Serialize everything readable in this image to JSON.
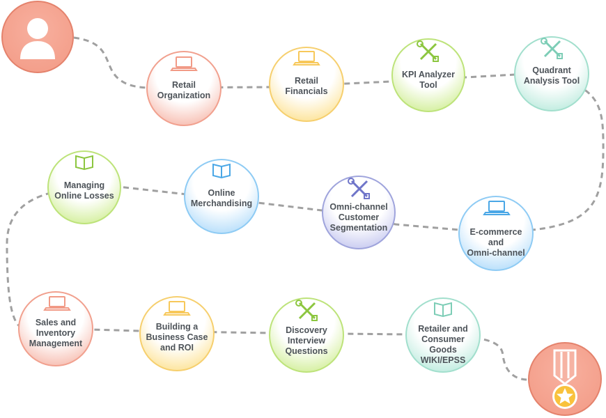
{
  "nodes": [
    {
      "label": [
        "Retail",
        "Organization"
      ],
      "icon": "laptop-icon",
      "color": "red"
    },
    {
      "label": [
        "Retail",
        "Financials"
      ],
      "icon": "laptop-icon",
      "color": "yellow"
    },
    {
      "label": [
        "KPI Analyzer",
        "Tool"
      ],
      "icon": "tools-icon",
      "color": "green"
    },
    {
      "label": [
        "Quadrant",
        "Analysis Tool"
      ],
      "icon": "tools-icon",
      "color": "teal"
    },
    {
      "label": [
        "E-commerce and",
        "Omni-channel"
      ],
      "icon": "laptop-icon",
      "color": "blue"
    },
    {
      "label": [
        "Omni-channel",
        "Customer",
        "Segmentation"
      ],
      "icon": "tools-icon",
      "color": "purple"
    },
    {
      "label": [
        "Online",
        "Merchandising"
      ],
      "icon": "book-icon",
      "color": "blue"
    },
    {
      "label": [
        "Managing",
        "Online Losses"
      ],
      "icon": "book-icon",
      "color": "green"
    },
    {
      "label": [
        "Sales and",
        "Inventory",
        "Management"
      ],
      "icon": "laptop-icon",
      "color": "red"
    },
    {
      "label": [
        "Building a",
        "Business Case",
        "and ROI"
      ],
      "icon": "laptop-icon",
      "color": "yellow"
    },
    {
      "label": [
        "Discovery",
        "Interview",
        "Questions"
      ],
      "icon": "tools-icon",
      "color": "green"
    },
    {
      "label": [
        "Retailer and",
        "Consumer Goods",
        "WIKI/EPSS"
      ],
      "icon": "book-icon",
      "color": "teal"
    }
  ],
  "start_icon": "user-icon",
  "finish_icon": "medal-icon",
  "colors": {
    "red": "#f19a86",
    "yellow": "#f7c85a",
    "green": "#a9d95b",
    "teal": "#8fd6c1",
    "blue": "#6fb9ef",
    "purple": "#8d92d6",
    "path": "#999999"
  }
}
